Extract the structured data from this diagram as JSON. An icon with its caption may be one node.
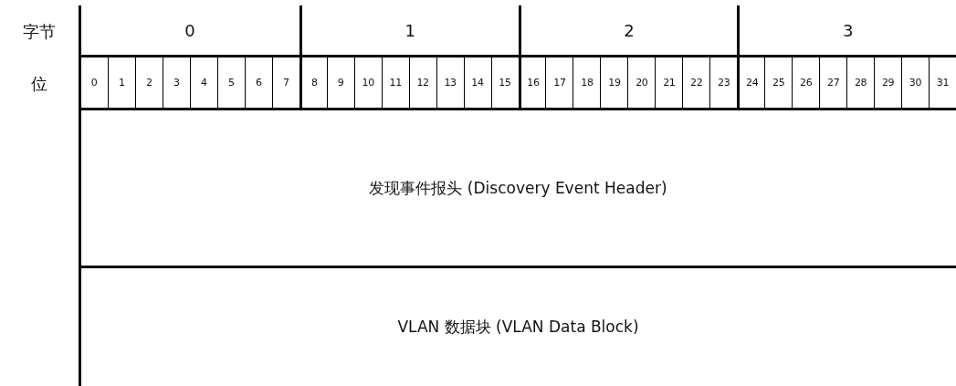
{
  "diagram": {
    "nodes": [
      {
        "text": [
          "发现事件报头 (Discovery Event Header)"
        ]
      },
      {
        "text": [
          "VLAN 数据块 (VLAN Data Block)"
        ]
      }
    ],
    "labels": [
      "字节",
      "0",
      "1",
      "2",
      "3",
      "位",
      "0",
      "1",
      "2",
      "3",
      "4",
      "5",
      "6",
      "7",
      "8",
      "9",
      "10",
      "11",
      "12",
      "13",
      "14",
      "15",
      "16",
      "17",
      "18",
      "19",
      "20",
      "21",
      "22",
      "23",
      "24",
      "25",
      "26",
      "27",
      "28",
      "29",
      "30",
      "31"
    ]
  }
}
